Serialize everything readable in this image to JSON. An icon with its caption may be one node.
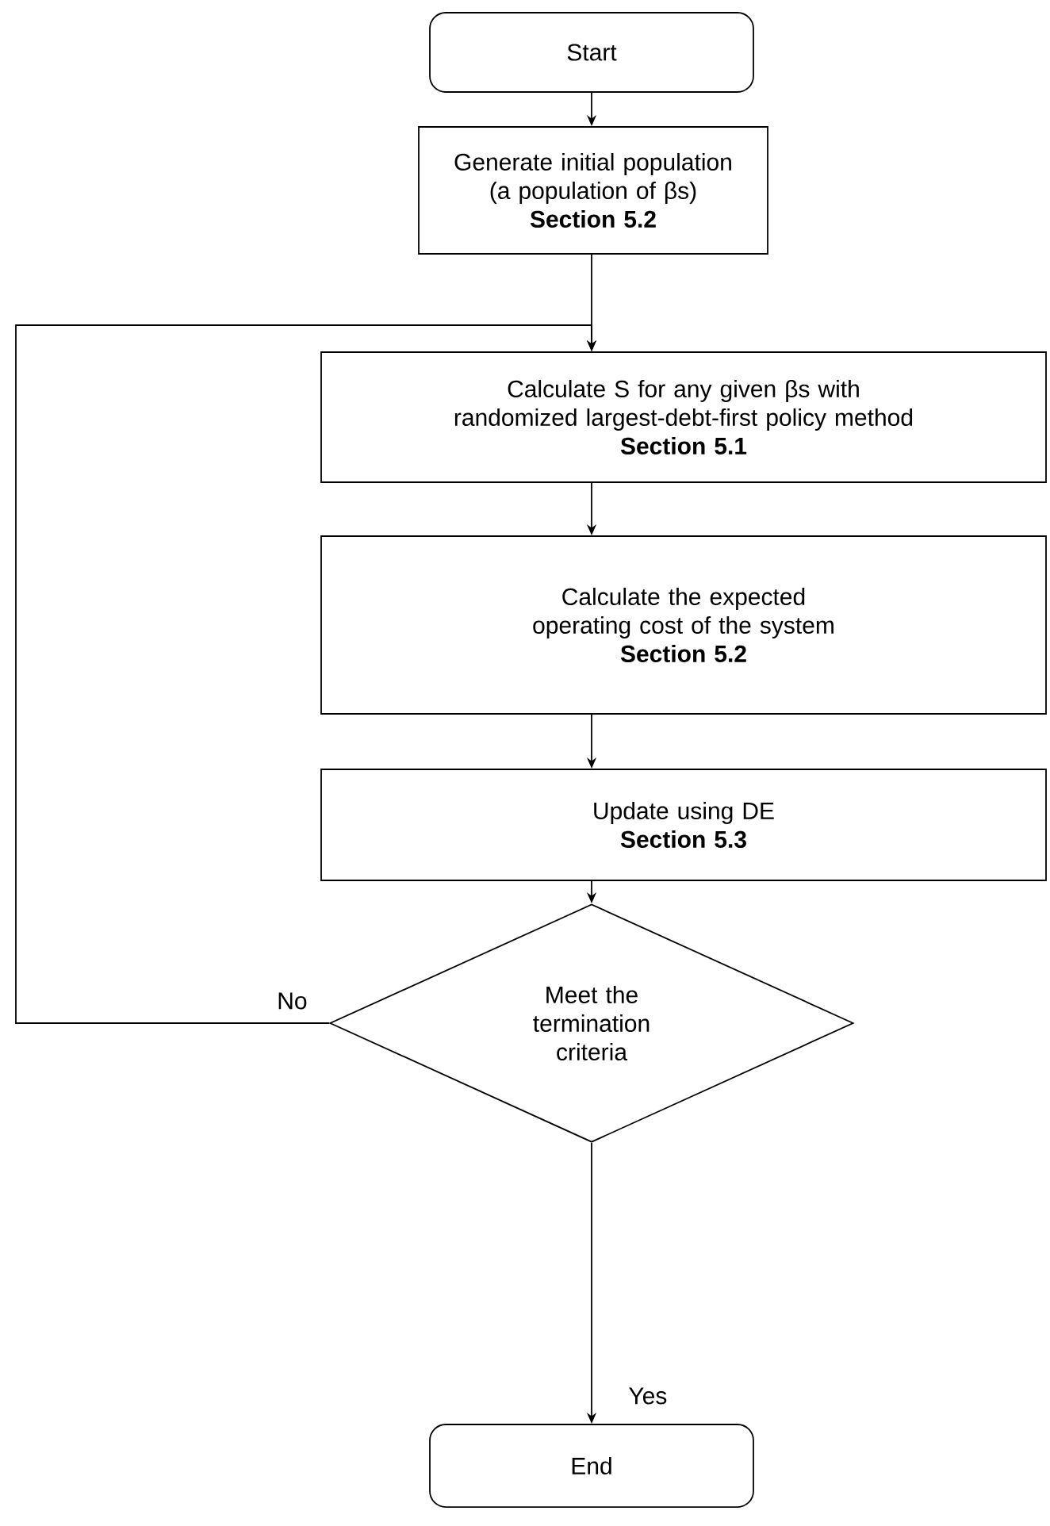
{
  "diagram": {
    "nodes": [
      {
        "text": [
          "Start"
        ]
      },
      {
        "text": [
          "Generate initial population (a population of βs)",
          "Section 5.2"
        ]
      },
      {
        "text": [
          "Calculate S for any given βs with randomized largest-debt-first policy method",
          "Section 5.1"
        ]
      },
      {
        "text": [
          "Calculate the expected operating cost of the system",
          "Section 5.2"
        ]
      },
      {
        "text": [
          "Update using DE",
          "Section 5.3"
        ]
      },
      {
        "text": [
          "Meet the termination criteria"
        ]
      },
      {
        "text": [
          "End"
        ]
      }
    ],
    "edges": [
      {
        "from": 0,
        "to": 1,
        "arrow": "to"
      },
      {
        "from": 1,
        "to": 2,
        "arrow": "to"
      },
      {
        "from": 2,
        "to": 3,
        "arrow": "to"
      },
      {
        "from": 3,
        "to": 4,
        "arrow": "to"
      },
      {
        "from": 4,
        "to": 5,
        "arrow": "to"
      },
      {
        "from": 5,
        "to": 2,
        "arrow": "to",
        "label": "No"
      },
      {
        "from": 5,
        "to": 6,
        "arrow": "to",
        "label": "Yes"
      }
    ]
  }
}
